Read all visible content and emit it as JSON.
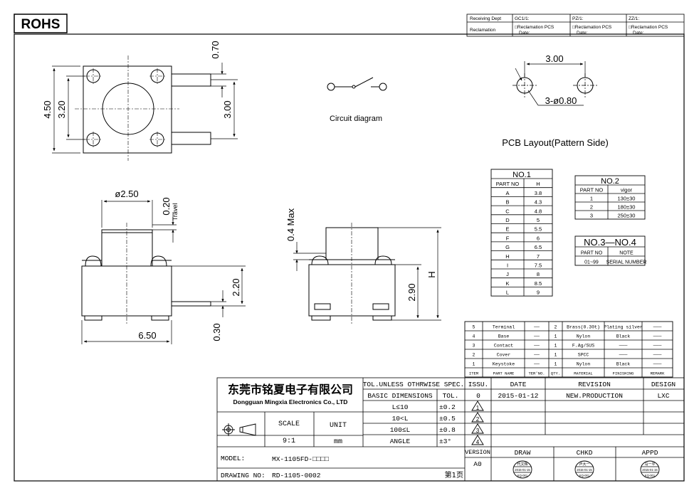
{
  "rohs": "ROHS",
  "receiving": {
    "dept": "Receiving Dept",
    "gc": "GC1/1:",
    "pz": "PZ/1:",
    "zz": "ZZ/1:",
    "reclamation": "Reclamation",
    "recl_pcs": "□Reclamation  PCS",
    "recl_date": "Date:"
  },
  "dims": {
    "d070": "0.70",
    "d450": "4.50",
    "d320": "3.20",
    "d300": "3.00",
    "d300b": "3.00",
    "pcb_holes": "3-ø0.80",
    "d250": "ø2.50",
    "d020": "0.20",
    "travel": "Travel",
    "d220": "2.20",
    "d030": "0.30",
    "d650": "6.50",
    "d04max": "0.4 Max",
    "d290": "2.90",
    "h": "H"
  },
  "labels": {
    "circuit": "Circuit diagram",
    "pcb": "PCB Layout(Pattern Side)"
  },
  "no1": {
    "title": "NO.1",
    "headers": [
      "PART NO",
      "H"
    ],
    "rows": [
      [
        "A",
        "3.8"
      ],
      [
        "B",
        "4.3"
      ],
      [
        "C",
        "4.8"
      ],
      [
        "D",
        "5"
      ],
      [
        "E",
        "5.5"
      ],
      [
        "F",
        "6"
      ],
      [
        "G",
        "6.5"
      ],
      [
        "H",
        "7"
      ],
      [
        "I",
        "7.5"
      ],
      [
        "J",
        "8"
      ],
      [
        "K",
        "8.5"
      ],
      [
        "L",
        "9"
      ]
    ]
  },
  "no2": {
    "title": "NO.2",
    "headers": [
      "PART NO",
      "vigor"
    ],
    "rows": [
      [
        "1",
        "130±30"
      ],
      [
        "2",
        "180±30"
      ],
      [
        "3",
        "250±30"
      ]
    ]
  },
  "no34": {
    "title": "NO.3—NO.4",
    "headers": [
      "PART NO",
      "NOTE"
    ],
    "rows": [
      [
        "01~99",
        "SERIAL NUMBER"
      ]
    ]
  },
  "parts": {
    "headers": [
      "ITEM",
      "PART NAME",
      "TER'NO.",
      "QTY.",
      "MATERIAL",
      "FINISHING",
      "REMARK"
    ],
    "rows": [
      [
        "5",
        "Terminal",
        "——",
        "2",
        "Brass(0.30t)",
        "Plating silver",
        "———"
      ],
      [
        "4",
        "Base",
        "——",
        "1",
        "Nylon",
        "Black",
        "———"
      ],
      [
        "3",
        "Contact",
        "——",
        "1",
        "F.Ag/SUS",
        "———",
        "———"
      ],
      [
        "2",
        "Cover",
        "——",
        "1",
        "SPCC",
        "———",
        "———"
      ],
      [
        "1",
        "Keystoke",
        "——",
        "1",
        "Nylon",
        "Black",
        "———"
      ]
    ]
  },
  "company": {
    "cn": "东莞市铭夏电子有限公司",
    "en": "Dongguan Mingxia Electronics Co., LTD"
  },
  "tolerance": {
    "title": "TOL.UNLESS OTHRWISE SPEC.",
    "basic": "BASIC DIMENSIONS",
    "tol": "TOL.",
    "rows": [
      [
        "L≤10",
        "±0.2"
      ],
      [
        "10<L",
        "±0.5"
      ],
      [
        "100≤L",
        "±0.8"
      ],
      [
        "ANGLE",
        "±3°"
      ]
    ]
  },
  "revision": {
    "headers": [
      "ISSU.",
      "DATE",
      "REVISION",
      "DESIGN"
    ],
    "row": [
      "0",
      "2015-01-12",
      "NEW.PRODUCTION",
      "LXC"
    ],
    "triangles": [
      "1",
      "2",
      "3",
      "4"
    ]
  },
  "scale": {
    "label": "SCALE",
    "unit_label": "UNIT",
    "value": "9:1",
    "unit": "mm"
  },
  "approvals": {
    "version_label": "VERSION",
    "version": "A0",
    "draw": "DRAW",
    "chkd": "CHKD",
    "appd": "APPD",
    "stamps": [
      [
        "代文辉",
        "2015-01-15",
        "KQ-001"
      ],
      [
        "卢大一",
        "2015-01-15",
        "KQ-001"
      ],
      [
        "马一平",
        "2015-01-15",
        "KQ-001"
      ]
    ]
  },
  "model": {
    "label": "MODEL:",
    "value": "MX-1105FD-□□□□"
  },
  "drawing": {
    "label": "DRAWING NO:",
    "value": "RD-1105-0002",
    "page": "第1页"
  }
}
